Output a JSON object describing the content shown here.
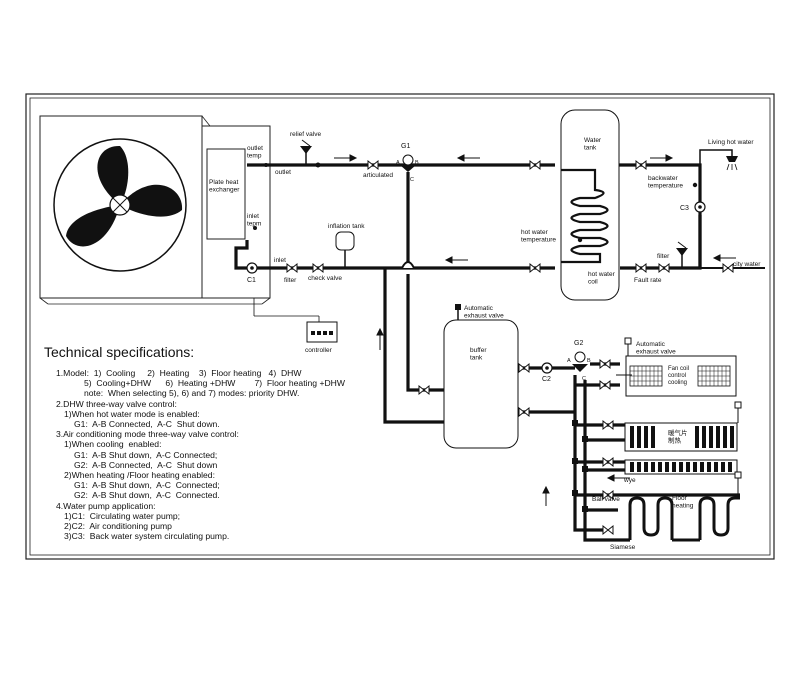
{
  "labels": {
    "outlet_temp": "outlet\ntemp",
    "plate_heat_exchanger": "Plate heat\nexchanger",
    "outlet": "outlet",
    "inlet_temp": "inlet\ntepm",
    "inlet": "inlet",
    "c1": "C1",
    "filter_inlet": "filter",
    "check_valve": "check valve",
    "controller": "controller",
    "relief_valve": "relief valve",
    "g1": "G1",
    "g1_a": "A",
    "g1_b": "B",
    "g1_c": "C",
    "articulated": "articulated",
    "inflation_tank": "inflation tank",
    "water_tank": "Water\ntank",
    "hot_water_temperature": "hot water\ntemperature",
    "hot_water_coil": "hot water\ncoil",
    "living_hot_water": "Living hot water",
    "backwater_temperature": "backwater\ntemperature",
    "c3": "C3",
    "filter_city": "filter",
    "fault_rate": "Fault rate",
    "city_water": "city water",
    "automatic_exhaust_valve_1": "Automatic\nexhaust valve",
    "buffer_tank": "buffer\ntank",
    "g2": "G2",
    "g2_a": "A",
    "g2_b": "B",
    "g2_c": "C",
    "c2": "C2",
    "automatic_exhaust_valve_2": "Automatic\nexhaust valve",
    "fan_coil": "Fan coil\ncontrol\ncooling",
    "radiator_cn": "暖气片\n制热",
    "wye": "wye",
    "ball_valve": "Ball valve",
    "floor_heating": "Floor\nheating",
    "siamese": "Siamese"
  },
  "specs": {
    "title": "Technical specifications:",
    "lines": [
      {
        "text": "1.Model:  1)  Cooling     2)  Heating    3)  Floor heating   4)  DHW",
        "indent": "i1"
      },
      {
        "text": "5)  Cooling+DHW      6)  Heating +DHW        7)  Floor heating +DHW",
        "indent": "i4"
      },
      {
        "text": "note:  When selecting 5), 6) and 7) modes: priority DHW.",
        "indent": "i4"
      },
      {
        "text": "2.DHW three-way valve control:",
        "indent": "i1"
      },
      {
        "text": "1)When hot water mode is enabled:",
        "indent": "i2"
      },
      {
        "text": "G1:  A-B Connected,  A-C  Shut down.",
        "indent": "i3"
      },
      {
        "text": "3.Air conditioning mode three-way valve control:",
        "indent": "i1"
      },
      {
        "text": "1)When cooling  enabled:",
        "indent": "i2"
      },
      {
        "text": "G1:  A-B Shut down,  A-C Connected;",
        "indent": "i3"
      },
      {
        "text": "G2:  A-B Connected,  A-C  Shut down",
        "indent": "i3"
      },
      {
        "text": "2)When heating /Floor heating enabled:",
        "indent": "i2"
      },
      {
        "text": "G1:  A-B Shut down,  A-C  Connected;",
        "indent": "i3"
      },
      {
        "text": "G2:  A-B Shut down,  A-C  Connected.",
        "indent": "i3"
      },
      {
        "text": "4.Water pump application:",
        "indent": "i1"
      },
      {
        "text": "1)C1:  Circulating water pump;",
        "indent": "i2"
      },
      {
        "text": "2)C2:  Air conditioning pump",
        "indent": "i2"
      },
      {
        "text": "3)C3:  Back water system circulating pump.",
        "indent": "i2"
      }
    ]
  }
}
